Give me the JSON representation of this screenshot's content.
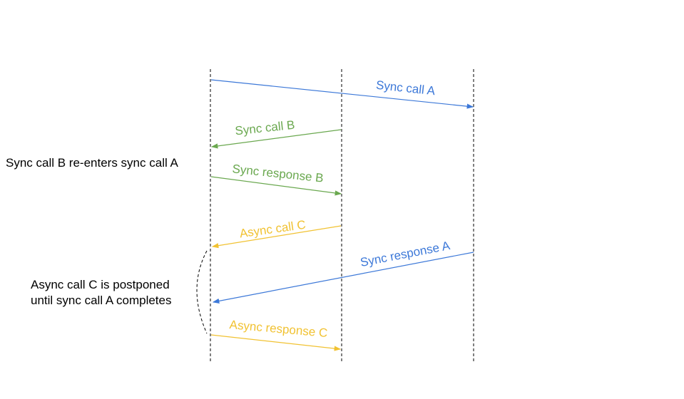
{
  "colors": {
    "blue": "#3c78d8",
    "green": "#6aa84f",
    "yellow": "#f1c232",
    "black": "#000000"
  },
  "messages": [
    {
      "label": "Sync call A",
      "color": "blue"
    },
    {
      "label": "Sync call B",
      "color": "green"
    },
    {
      "label": "Sync response B",
      "color": "green"
    },
    {
      "label": "Async call C",
      "color": "yellow"
    },
    {
      "label": "Sync response A",
      "color": "blue"
    },
    {
      "label": "Async response C",
      "color": "yellow"
    }
  ],
  "notes": {
    "reentry": "Sync call B re-enters sync call A",
    "postponed_line1": "Async call C is postponed",
    "postponed_line2": "until sync call A completes"
  }
}
